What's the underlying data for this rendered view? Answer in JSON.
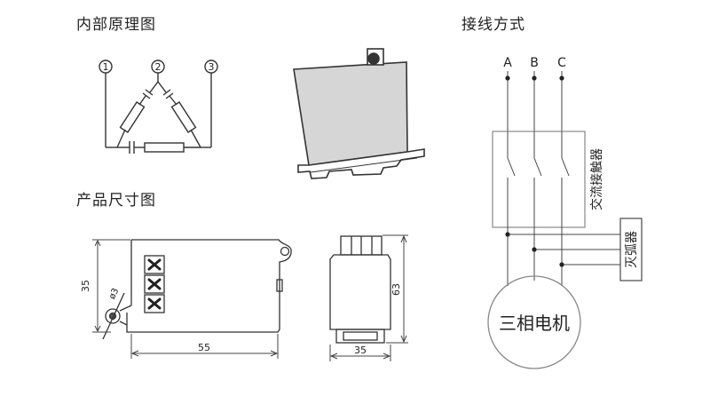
{
  "headings": {
    "principle": "内部原理图",
    "wiring": "接线方式",
    "dimensions": "产品尺寸图"
  },
  "principle": {
    "terminals": [
      "1",
      "2",
      "3"
    ]
  },
  "wiring": {
    "phases": [
      "A",
      "B",
      "C"
    ],
    "contactor_label": "交流接触器",
    "arc_label": "灭弧器",
    "motor_label": "三相电机"
  },
  "dimensions": {
    "height_label": "35",
    "width_label": "55",
    "hole_label": "ø3",
    "side_height_label": "63",
    "side_width_label": "35"
  }
}
